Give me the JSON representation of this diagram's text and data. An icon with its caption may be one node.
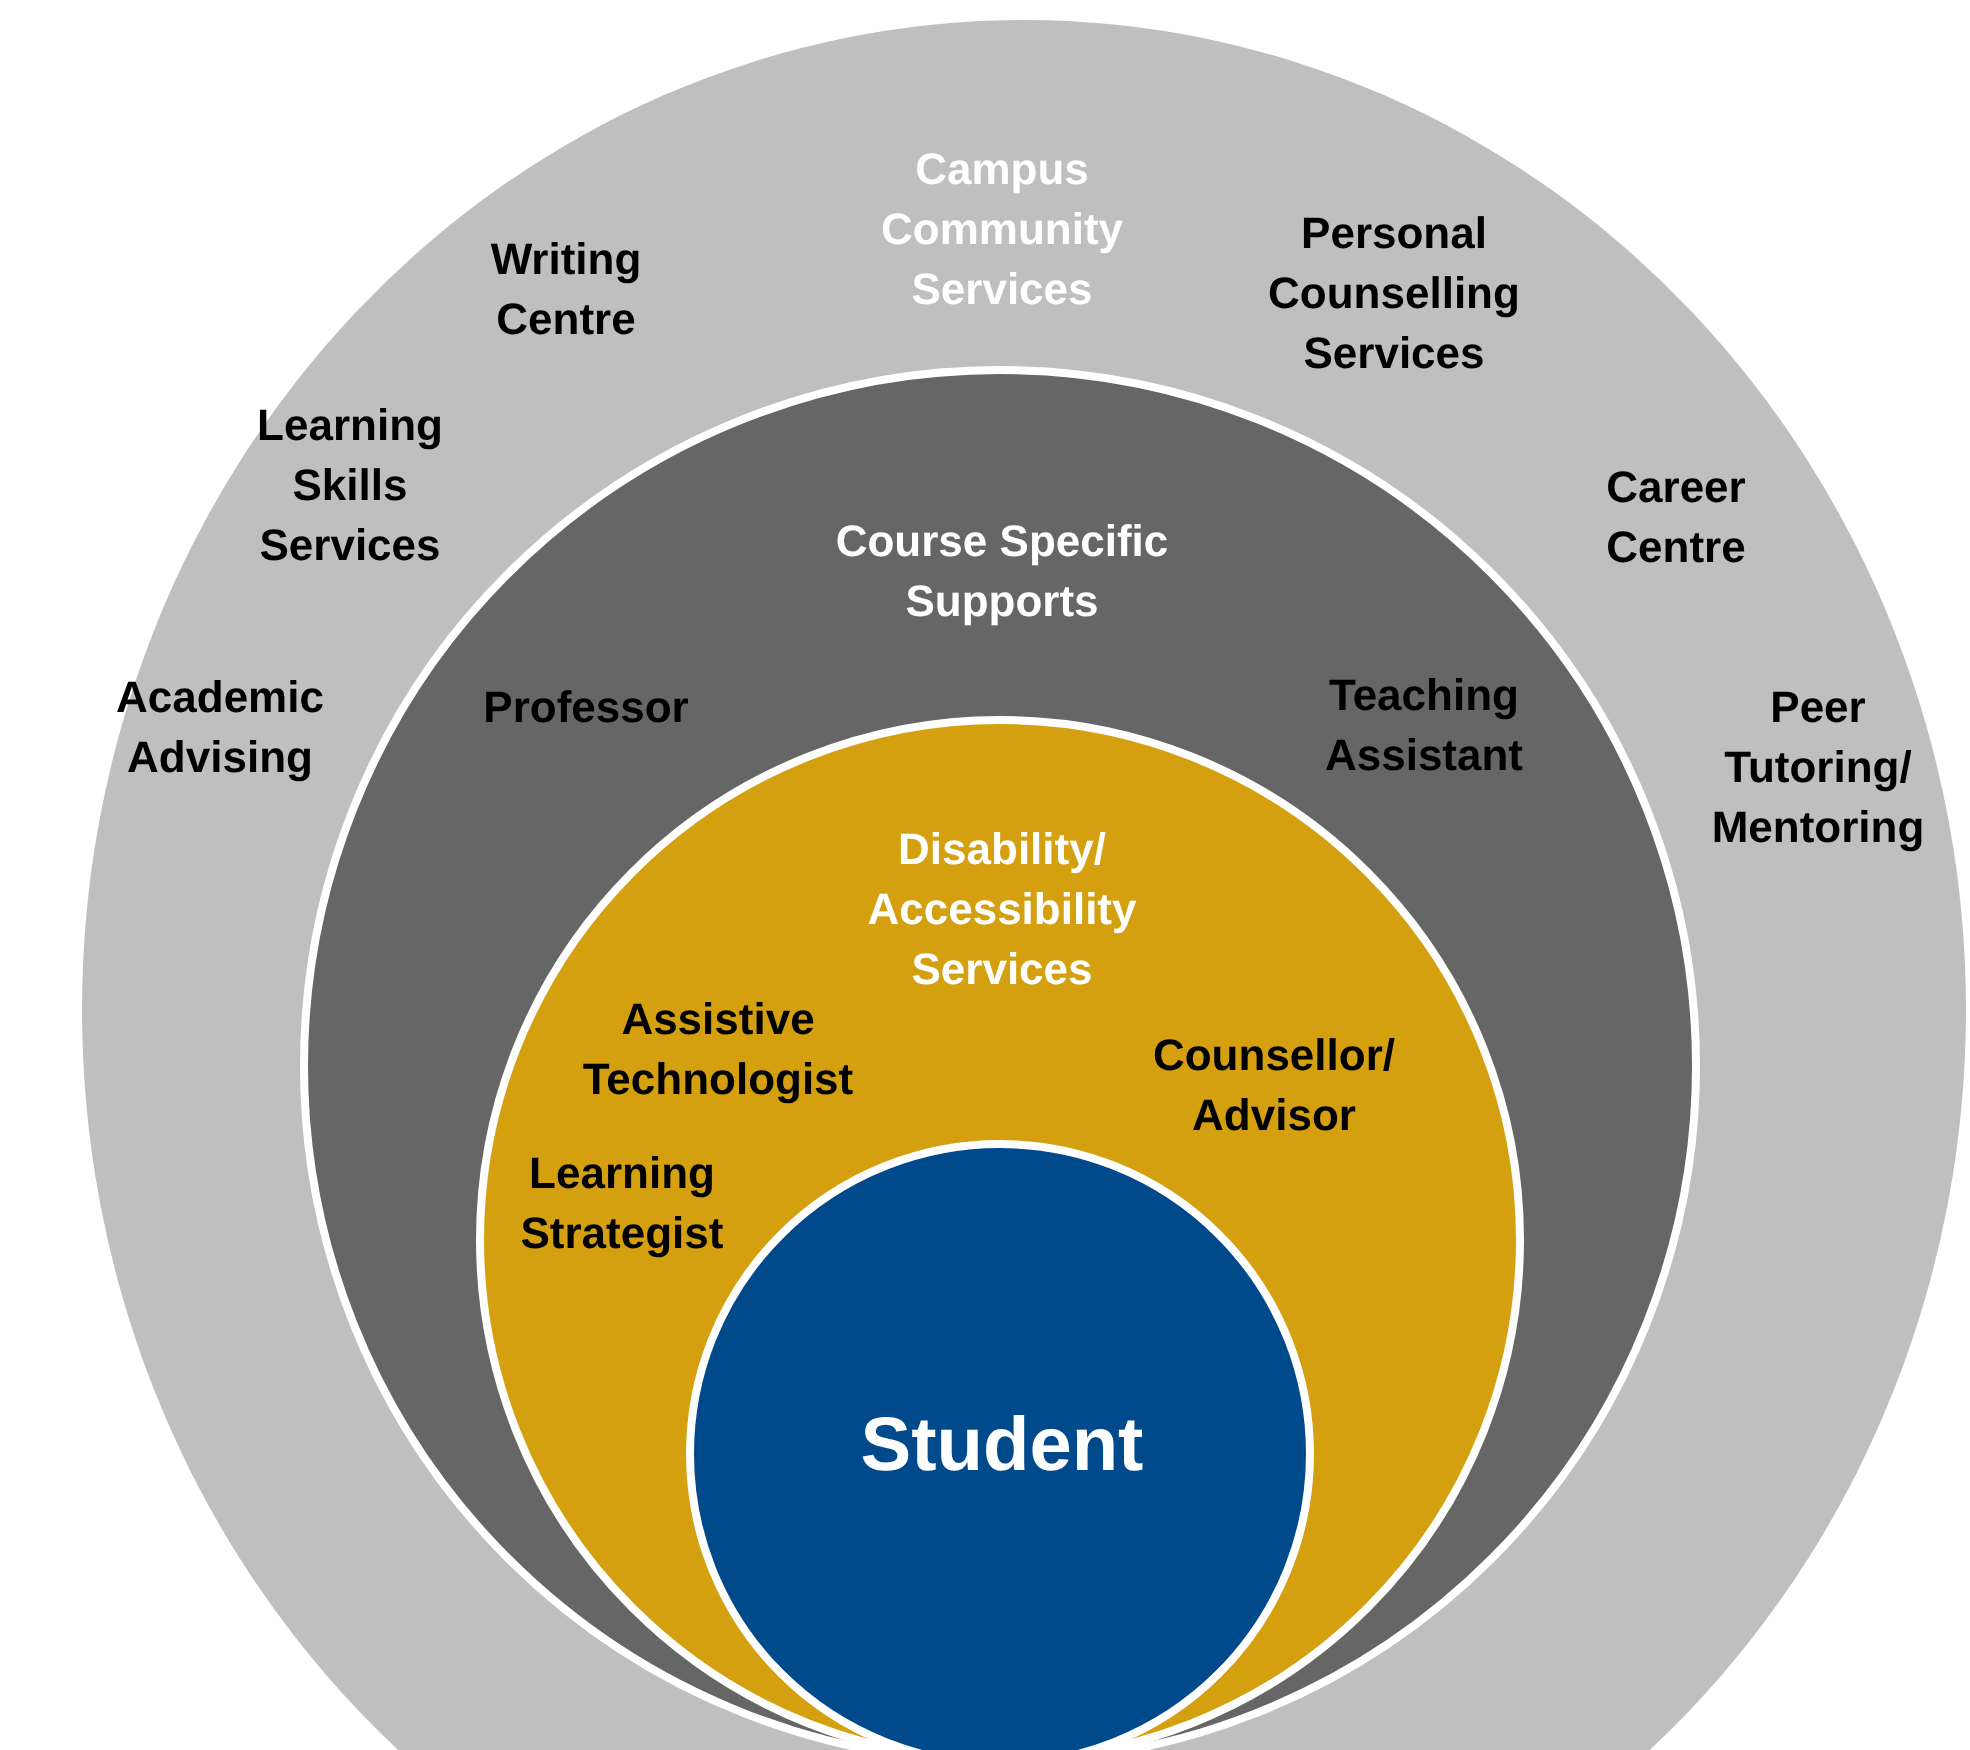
{
  "diagram": {
    "nodes": [
      {
        "text": [
          "Campus Community Services",
          "Writing Centre",
          "Personal Counselling Services",
          "Learning Skills Services",
          "Career Centre",
          "Academic Advising",
          "Peer Tutoring/ Mentoring"
        ]
      },
      {
        "text": [
          "Course Specific Supports",
          "Professor",
          "Teaching Assistant"
        ],
        "in": 0
      },
      {
        "text": [
          "Disability/ Accessibility Services",
          "Assistive Technologist",
          "Counsellor/ Advisor",
          "Learning Strategist"
        ],
        "in": 1
      },
      {
        "text": [
          "Student"
        ],
        "in": 2
      }
    ]
  }
}
